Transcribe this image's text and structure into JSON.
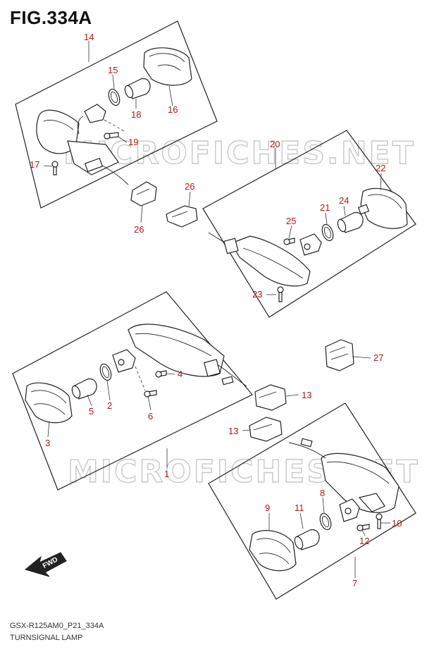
{
  "figure_id": "FIG.334A",
  "footer": {
    "model_code": "GSX-R125AM0_P21_334A",
    "part_name": "TURNSIGNAL LAMP"
  },
  "watermark_text": "MICROFICHES.NET",
  "fwd_label": "FWD",
  "colors": {
    "callout": "#b01818",
    "line": "#222222",
    "watermark": "#c8c8c8"
  },
  "callouts": {
    "c14": "14",
    "c15": "15",
    "c18": "18",
    "c16": "16",
    "c19": "19",
    "c17": "17",
    "c20": "20",
    "c22": "22",
    "c26a": "26",
    "c26b": "26",
    "c21": "21",
    "c24": "24",
    "c25": "25",
    "c23": "23",
    "c27": "27",
    "c13a": "13",
    "c13b": "13",
    "c4": "4",
    "c2": "2",
    "c5": "5",
    "c6": "6",
    "c3": "3",
    "c1": "1",
    "c9": "9",
    "c11": "11",
    "c8": "8",
    "c10": "10",
    "c12": "12",
    "c7": "7"
  }
}
